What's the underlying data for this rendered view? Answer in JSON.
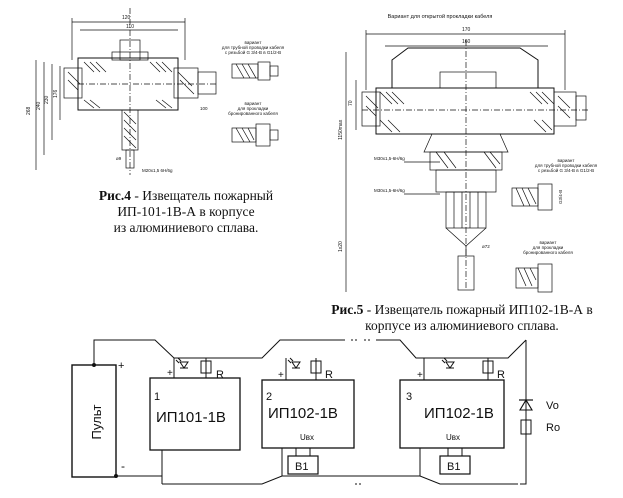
{
  "fig4": {
    "caption_num": "Рис.4",
    "caption_line1": " - Извещатель пожарный",
    "caption_line2": "ИП-101-1В-А в корпусе",
    "caption_line3": "из алюминиевого сплава.",
    "dims": {
      "d1": "120",
      "d2": "110",
      "d3": "268",
      "d4": "240",
      "d5": "230",
      "d6": "176",
      "d7": "100",
      "d8": "M20x1,5 6H/6g",
      "d9": "ø9"
    },
    "variant_pipe": "вариант\nдля трубной проводки кабеля\nс резьбой G 3/4-В в G1/2-В",
    "variant_armor": "вариант\nдля прокладки\nбронированного кабеля"
  },
  "fig5": {
    "header": "Вариант для открытой прокладки кабеля",
    "caption_num": "Рис.5",
    "caption_line1": " - Извещатель пожарный ИП102-1В-А в",
    "caption_line2": "корпусе из алюминиевого сплава.",
    "dims": {
      "d1": "170",
      "d2": "160",
      "d3": "70",
      "d4": "1150max",
      "d5": "1x20",
      "d6": "M30x1,5-6H/6g",
      "d7": "M30x1,5-6H/6g",
      "d8": "ø72"
    },
    "variant_pipe": "вариант\nдля трубной проводки кабеля\nс резьбой G 3/4-В в G1/2-В",
    "variant_armor": "вариант\nдля прокладки\nбронированного кабеля"
  },
  "circuit": {
    "panel_label": "Пульт",
    "plus": "+",
    "minus": "-",
    "det1": {
      "num": "1",
      "name": "ИП101-1В",
      "r": "R"
    },
    "det2": {
      "num": "2",
      "name": "ИП102-1В",
      "r": "R",
      "uvx": "Uвх",
      "b": "B1"
    },
    "det3": {
      "num": "3",
      "name": "ИП102-1В",
      "r": "R",
      "uvx": "Uвх",
      "b": "B1"
    },
    "vo": "Vo",
    "ro": "Ro"
  }
}
